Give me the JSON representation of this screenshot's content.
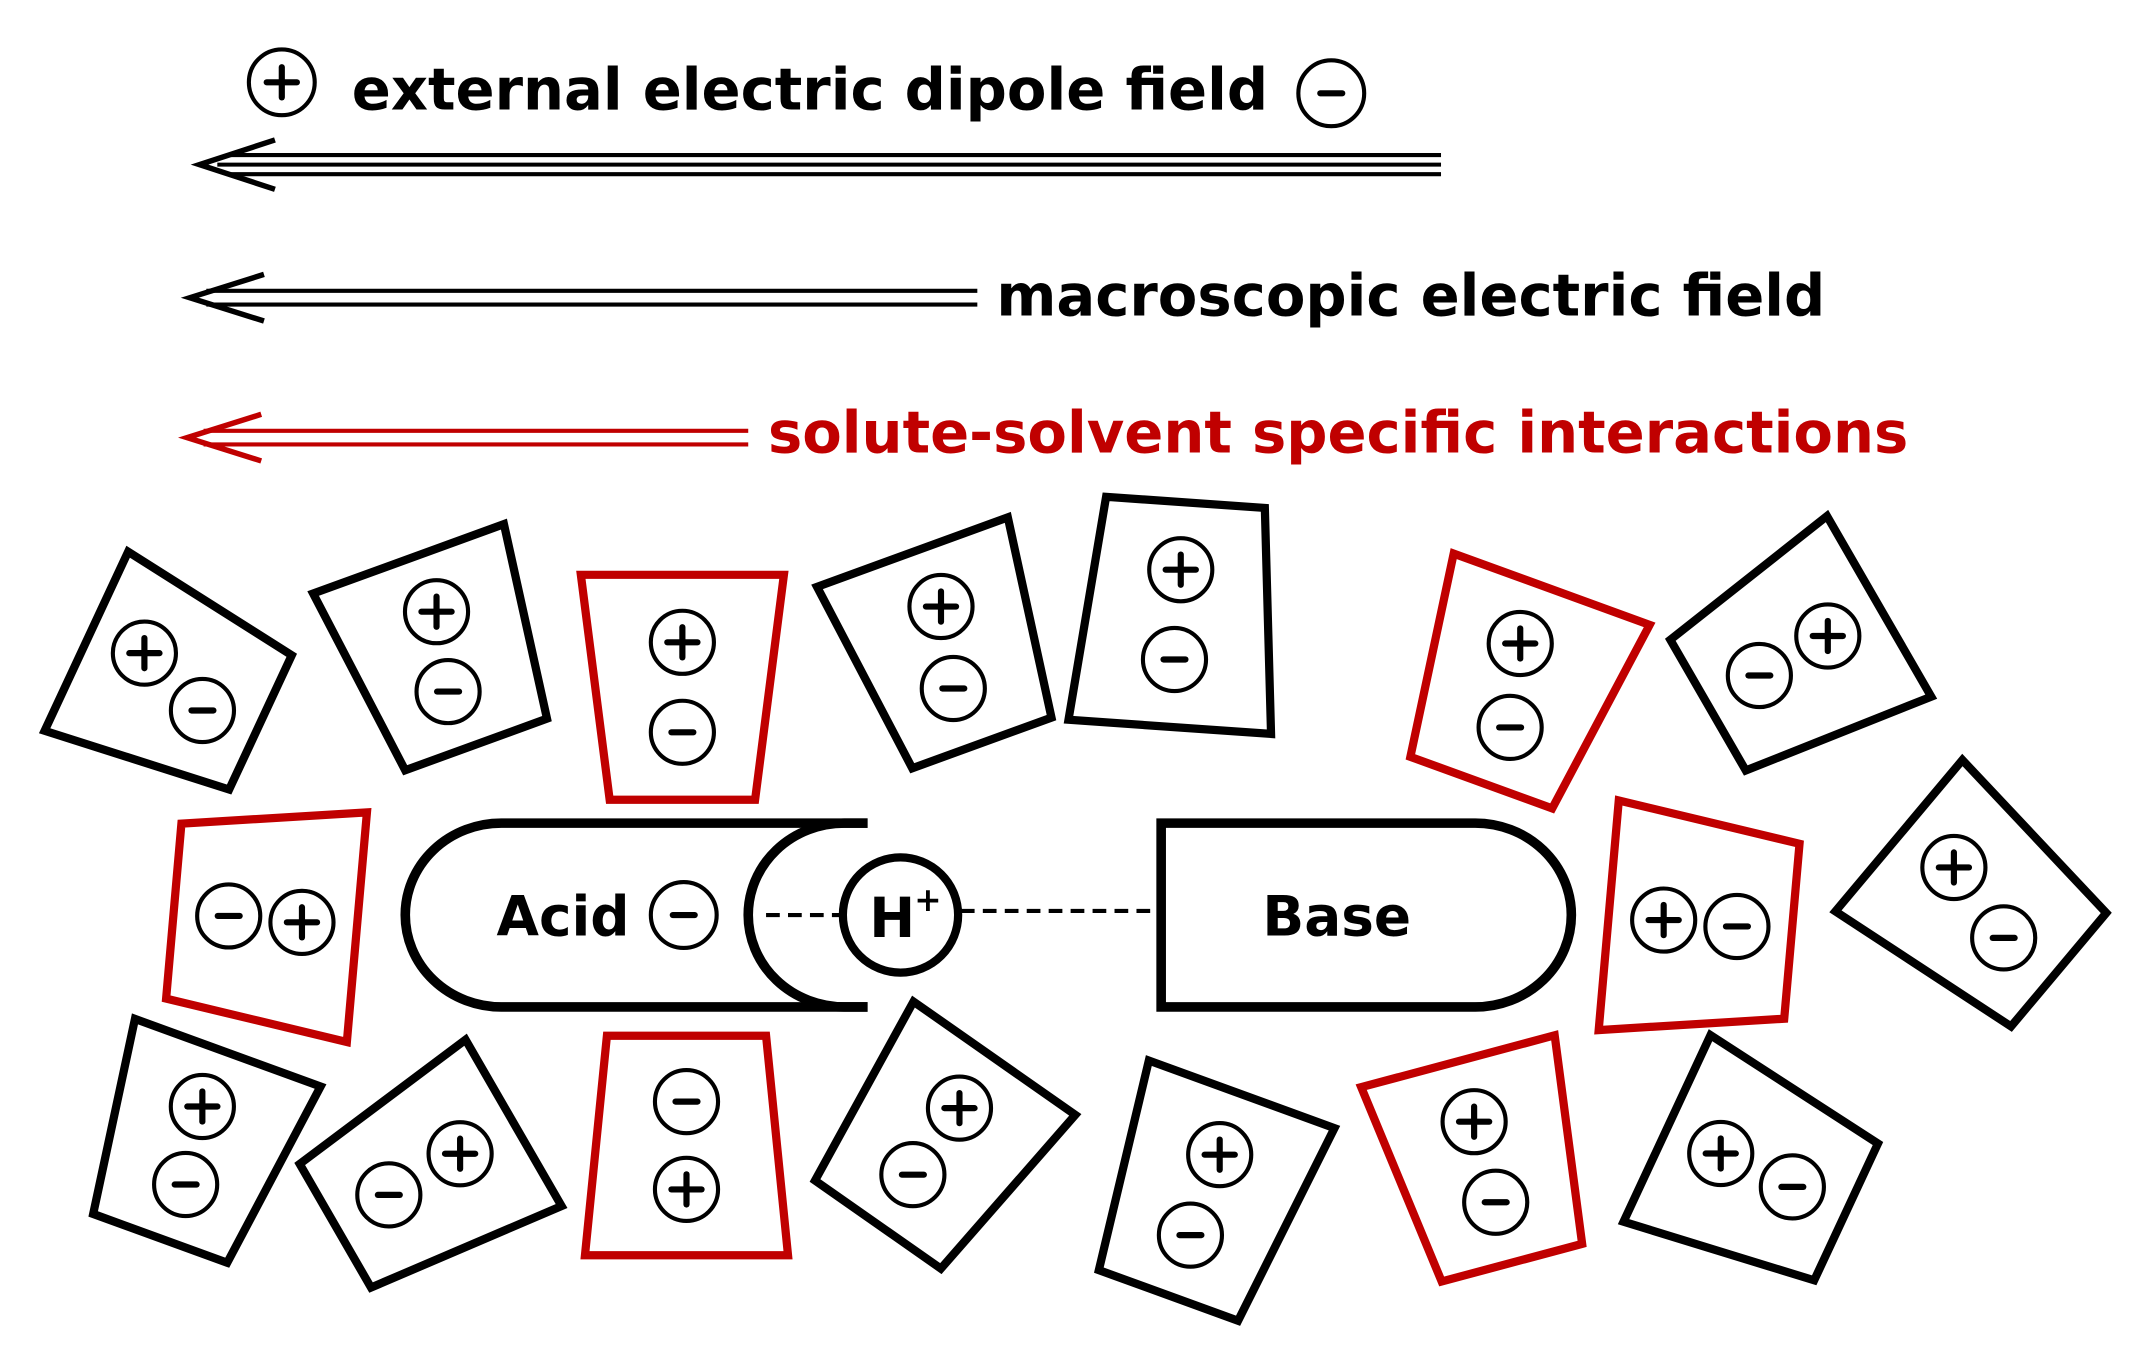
{
  "colors": {
    "ink": "#000000",
    "accent": "#c00000",
    "background": "#ffffff"
  },
  "legend": {
    "external_field": {
      "label": "external electric dipole field",
      "plus_symbol": "+",
      "minus_symbol": "-"
    },
    "macroscopic_field": {
      "label": "macroscopic electric field"
    },
    "specific_interactions": {
      "label": "solute-solvent specific interactions"
    }
  },
  "solute": {
    "acid_label": "Acid",
    "acid_charge": "-",
    "proton_label": "H",
    "proton_charge": "+",
    "base_label": "Base"
  },
  "charge_symbols": {
    "plus": "+",
    "minus": "-"
  }
}
